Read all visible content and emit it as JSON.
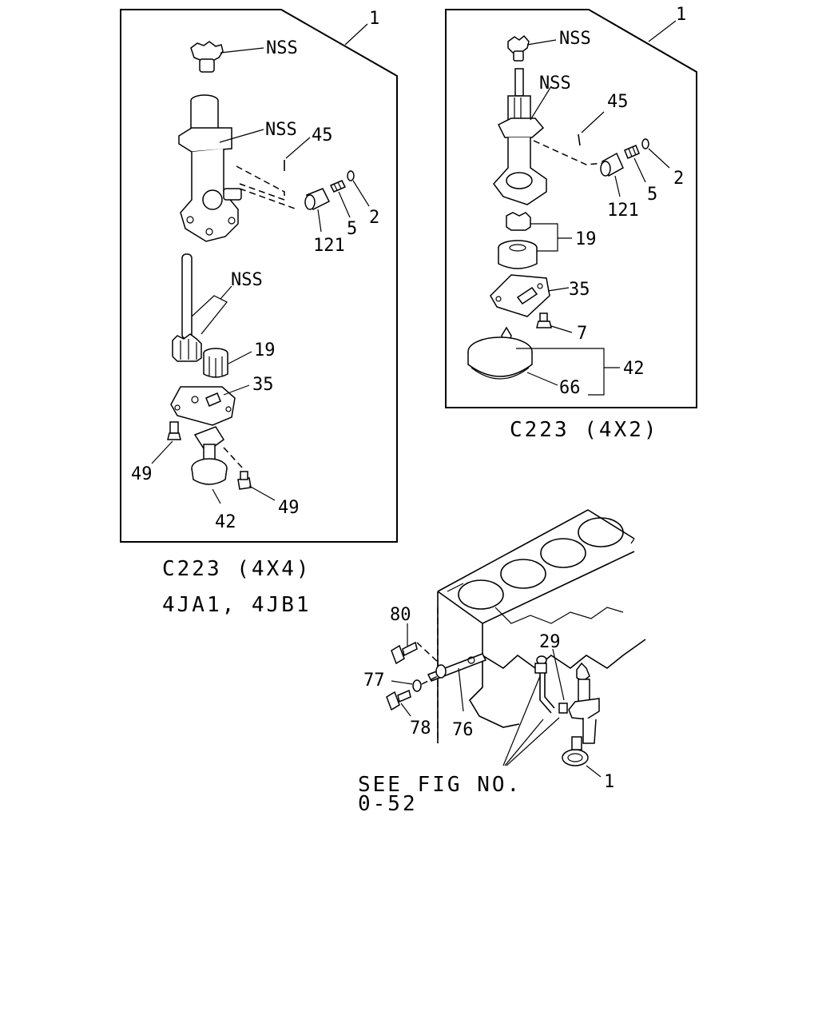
{
  "panel_4x4": {
    "callout_assembly": "1",
    "callout_gear_top": "NSS",
    "callout_body": "NSS",
    "callout_shaft": "NSS",
    "callout_pin": "45",
    "callout_plunger": "121",
    "callout_spring": "5",
    "callout_washer": "2",
    "callout_gear": "19",
    "callout_cover": "35",
    "callout_bolt_left": "49",
    "callout_bolt_right": "49",
    "callout_strainer": "42",
    "caption_line1": "C223 (4X4)",
    "caption_line2": "4JA1, 4JB1"
  },
  "panel_4x2": {
    "callout_assembly": "1",
    "callout_gear_top": "NSS",
    "callout_body": "NSS",
    "callout_pin": "45",
    "callout_washer": "2",
    "callout_spring": "5",
    "callout_plunger": "121",
    "callout_rotor": "19",
    "callout_cover": "35",
    "callout_bolt": "7",
    "callout_strainer": "42",
    "callout_strainer_sub": "66",
    "caption": "C223 (4X2)"
  },
  "engine_view": {
    "callout_bolt_80": "80",
    "callout_washer_77": "77",
    "callout_bolt_78": "78",
    "callout_dipstick_76": "76",
    "callout_pipe_29": "29",
    "callout_pump_1": "1",
    "see_fig_line1": "SEE FIG NO.",
    "see_fig_line2": "0-52"
  }
}
